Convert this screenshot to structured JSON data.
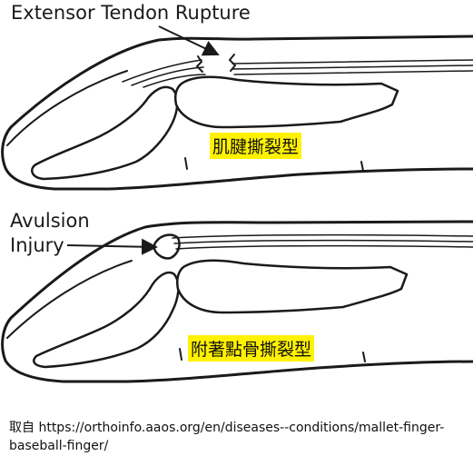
{
  "labels": {
    "top_title": "Extensor Tendon Rupture",
    "avulsion_line1": "Avulsion",
    "avulsion_line2": "Injury",
    "tag_tendon_rupture": "肌腱撕裂型",
    "tag_avulsion_fracture": "附著點骨撕裂型"
  },
  "source": {
    "prefix": "取自",
    "url": "https://orthoinfo.aaos.org/en/diseases--conditions/mallet-finger-baseball-finger/"
  },
  "colors": {
    "outline": "#1a1a1a",
    "highlight": "#fff200",
    "background": "#ffffff"
  }
}
